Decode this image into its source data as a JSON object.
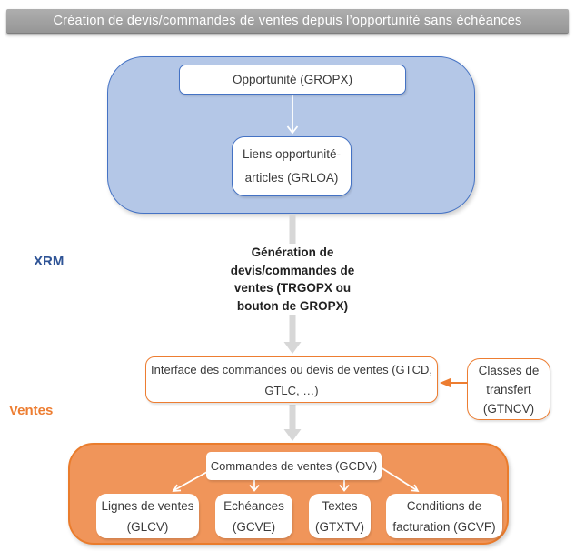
{
  "title_bar": {
    "text": "Création de devis/commandes de ventes depuis l’opportunité sans échéances"
  },
  "xrm_section": {
    "label": "XRM",
    "opportunite_box": "Opportunité (GROPX)",
    "liens_box": "Liens opportunité-\narticles (GRLOA)"
  },
  "generation_note": "Génération de\ndevis/commandes de\nventes (TRGOPX ou\nbouton de GROPX)",
  "interface_box": "Interface des commandes ou devis de ventes (GTCD,\nGTLC, …)",
  "classes_box": "Classes de\ntransfert\n(GTNCV)",
  "ventes_section": {
    "label": "Ventes",
    "commandes_box": "Commandes de ventes (GCDV)",
    "children": [
      {
        "text": "Lignes de ventes\n(GLCV)"
      },
      {
        "text": "Echéances\n(GCVE)"
      },
      {
        "text": "Textes\n(GTXTV)"
      },
      {
        "text": "Conditions de\nfacturation (GCVF)"
      }
    ]
  },
  "colors": {
    "title_bar_gray": "#9d9d9d",
    "blue_group_fill": "#b4c7e7",
    "blue_border": "#4472c4",
    "orange_group_fill": "#f0955a",
    "orange_border": "#ed7d31",
    "xrm_label": "#2f5496",
    "ventes_label": "#ed7d31",
    "arrow_gray": "#d7d7d7",
    "arrow_white": "#ffffff"
  }
}
